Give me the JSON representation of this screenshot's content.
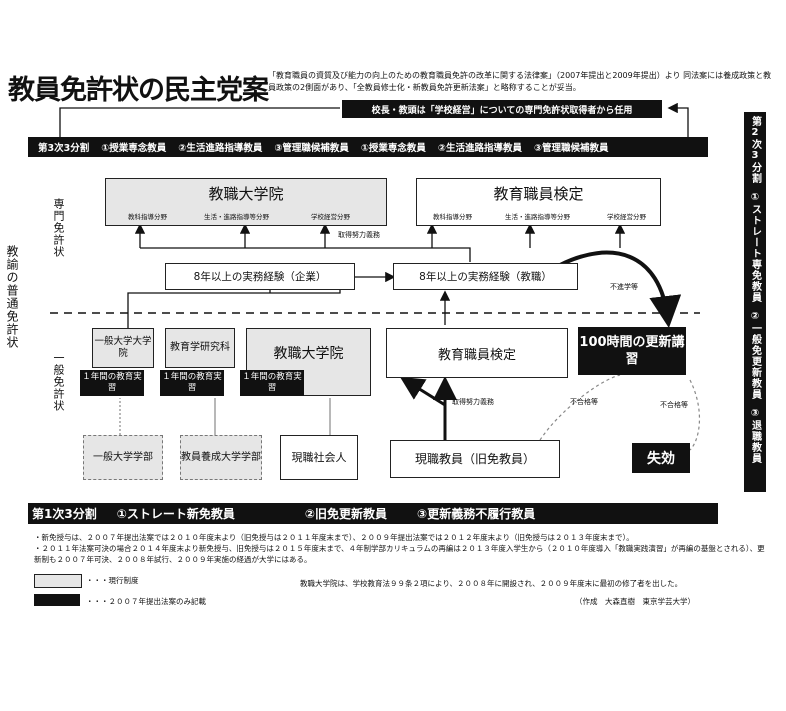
{
  "title": "教員免許状の民主党案",
  "header_note": "「教育職員の資質及び能力の向上のための教育職員免許の改革に関する法律案」（2007年提出と2009年提出）より 同法案には養成政策と教員政策の2側面があり、「全教員修士化・新教員免許更新法案」と略称することが妥当。",
  "principal_banner": "校長・教頭は「学校経営」についての専門免許状取得者から任用",
  "third_bar": {
    "lead": "第3次3分割",
    "items": [
      "①授業専念教員",
      "②生活進路指導教員",
      "③管理職候補教員",
      "①授業専念教員",
      "②生活進路指導教員",
      "③管理職候補教員"
    ]
  },
  "right_bar": [
    "第2次3分割",
    "①ストレート専免教員",
    "②一般免更新教員",
    "③退職教員"
  ],
  "left_labels": {
    "main": "教諭の普通免許状",
    "upper": "専門免許状",
    "lower": "一般免許状"
  },
  "upper": {
    "grad_school": {
      "title": "教職大学院",
      "subs": [
        "教科指導分野",
        "生活・進路指導等分野",
        "学校経営分野"
      ]
    },
    "exam": {
      "title": "教育職員検定",
      "subs": [
        "教科指導分野",
        "生活・進路指導等分野",
        "学校経営分野"
      ]
    },
    "effort_label": "取得努力義務",
    "exp_company": "8年以上の実務経験（企業）",
    "exp_teaching": "8年以上の実務経験（教職）",
    "no_advance": "不進学等"
  },
  "lower": {
    "general_grad": "一般大学大学院",
    "edu_research": "教育学研究科",
    "grad_school": "教職大学院",
    "practicum": "１年間の教育実習",
    "exam": "教育職員検定",
    "renewal": "100時間の更新講習",
    "effort_label": "取得努力義務",
    "fail1": "不合格等",
    "fail2": "不合格等",
    "general_univ": "一般大学学部",
    "training_univ": "教員養成大学学部",
    "working_adult": "現職社会人",
    "current_teacher": "現職教員（旧免教員）",
    "expire": "失効"
  },
  "first_bar": {
    "lead": "第1次3分割",
    "items": [
      "①ストレート新免教員",
      "②旧免更新教員",
      "③更新義務不履行教員"
    ]
  },
  "notes": [
    "・新免授与は、２００７年提出法案では２０１０年度末より（旧免授与は２０１１年度末まで）、２００９年提出法案では２０１２年度末より（旧免授与は２０１３年度末まで）。",
    "・２０１１年法案可決の場合２０１４年度末より新免授与、旧免授与は２０１５年度末まで、４年制学部カリキュラムの再編は２０１３年度入学生から（２０１０年度導入「教職実践演習」が再編の基盤とされる）、更新制も２００７年可決、２００８年試行、２００９年実施の経過が大学にはある。"
  ],
  "legend": [
    {
      "label": "・・・現行制度",
      "color": "#e6e6e6"
    },
    {
      "label": "・・・２００７年提出法案のみ記載",
      "color": "#111111"
    }
  ],
  "footer_note": "教職大学院は、学校教育法９９条２項により、２００８年に開設され、２００９年度末に最初の修了者を出した。",
  "credit": "（作成　大森直樹　東京学芸大学）"
}
